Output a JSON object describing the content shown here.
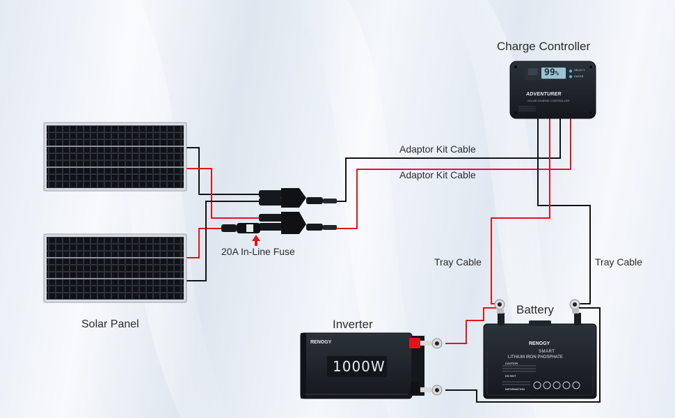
{
  "labels": {
    "charge_controller": "Charge Controller",
    "adaptor_cable_1": "Adaptor Kit Cable",
    "adaptor_cable_2": "Adaptor Kit Cable",
    "fuse": "20A In-Line Fuse",
    "solar_panel": "Solar Panel",
    "tray_cable_left": "Tray Cable",
    "tray_cable_right": "Tray Cable",
    "battery": "Battery",
    "inverter": "Inverter"
  },
  "controller": {
    "display_value": "99",
    "display_unit": "%",
    "brand": "ADVENTURER",
    "subtitle": "SOLAR CHARGE CONTROLLER",
    "button_1": "SELECT",
    "button_2": "ENTER"
  },
  "inverter": {
    "brand": "RENOGY",
    "rating": "1000W"
  },
  "battery": {
    "brand": "RENOGY",
    "line1": "SMART",
    "line2": "LITHIUM IRON PHOSPHATE",
    "caution": "CAUTION",
    "do_not": "DO NOT",
    "information": "INFORMATION"
  },
  "colors": {
    "positive_wire": "#e2141b",
    "negative_wire": "#111111",
    "panel_cell": "#14161b",
    "device_body": "#1c2026",
    "lcd": "#9ec3d2"
  }
}
